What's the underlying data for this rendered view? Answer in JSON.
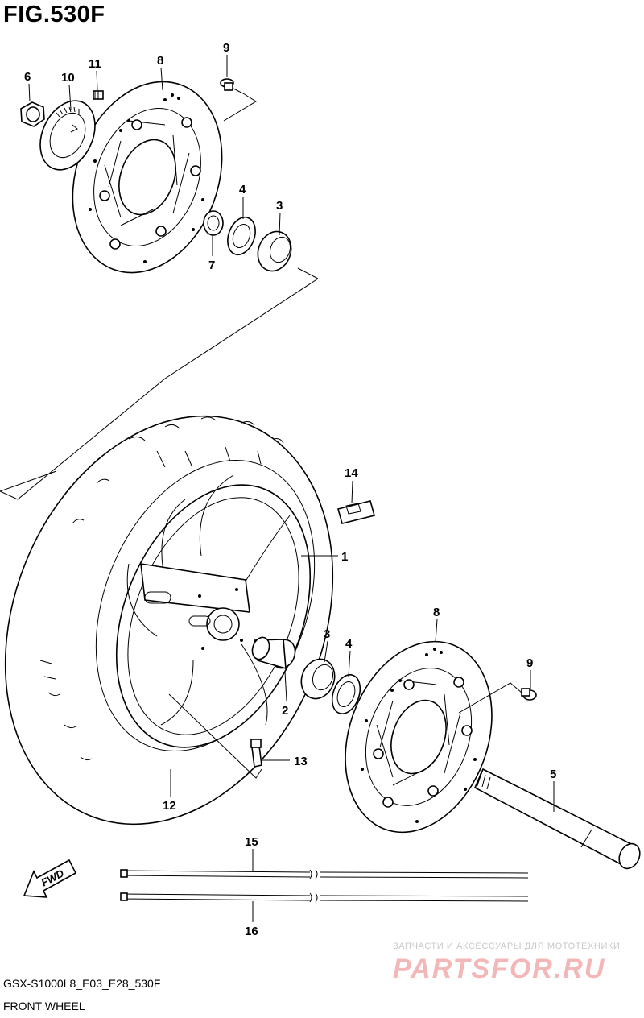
{
  "figure": {
    "title": "FIG.530F",
    "model_code": "GSX-S1000L8_E03_E28_530F",
    "section_name": "FRONT WHEEL"
  },
  "fwd_label": "FWD",
  "watermark": {
    "caption": "ЗАПЧАСТИ И АКСЕССУАРЫ ДЛЯ МОТОТЕХНИКИ",
    "logo": "PARTSFOR.RU"
  },
  "callouts": {
    "p1": "1",
    "p2": "2",
    "p3a": "3",
    "p3b": "3",
    "p4a": "4",
    "p4b": "4",
    "p5": "5",
    "p6": "6",
    "p7": "7",
    "p8a": "8",
    "p8b": "8",
    "p9a": "9",
    "p9b": "9",
    "p10": "10",
    "p11": "11",
    "p12": "12",
    "p13": "13",
    "p14": "14",
    "p15": "15",
    "p16": "16"
  },
  "colors": {
    "lines": "#000000",
    "watermark_logo": "#f4b7b7",
    "watermark_caption": "#c9c9c9"
  }
}
